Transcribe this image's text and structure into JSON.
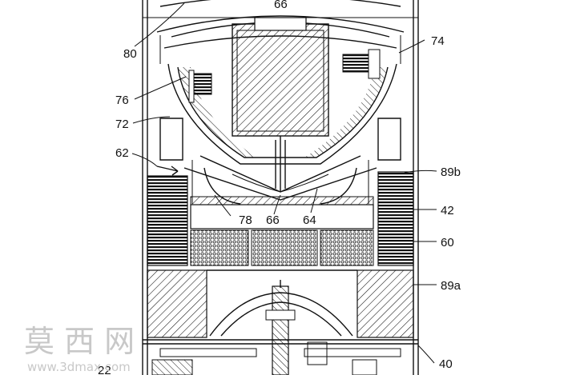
{
  "labels": {
    "l80": "80",
    "l66top": "66",
    "l74": "74",
    "l76": "76",
    "l72": "72",
    "l62": "62",
    "l89b": "89b",
    "l42": "42",
    "l78": "78",
    "l66": "66",
    "l64": "64",
    "l60": "60",
    "l89a": "89a",
    "l22": "22",
    "l40": "40"
  },
  "watermark": {
    "chars": "莫 西 网",
    "url": "www.3dmax.com"
  },
  "colors": {
    "line": "#111111",
    "background": "#ffffff",
    "watermark": "#c8c8c8"
  }
}
